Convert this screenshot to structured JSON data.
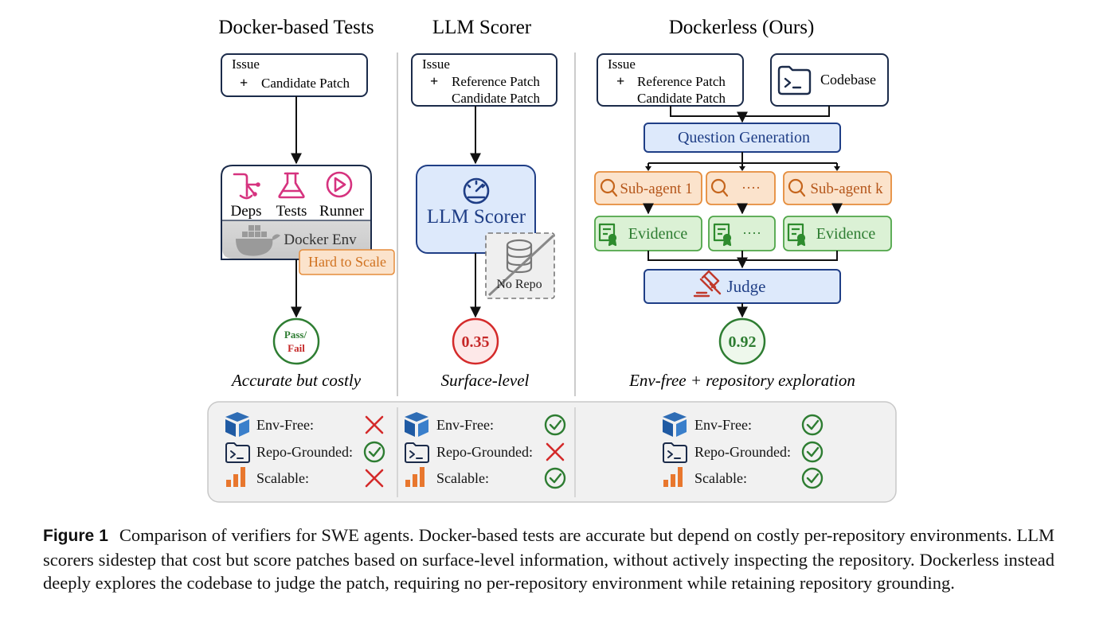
{
  "columns": {
    "docker": {
      "title": "Docker-based Tests",
      "input_lines": [
        "Issue",
        "+",
        "Candidate Patch"
      ],
      "components": [
        "Deps",
        "Tests",
        "Runner"
      ],
      "env_label": "Docker Env",
      "warning": "Hard to Scale",
      "result_top": "Pass/",
      "result_bottom": "Fail",
      "tagline": "Accurate but costly"
    },
    "llm": {
      "title": "LLM Scorer",
      "input_lines": [
        "Issue",
        "+",
        "Reference Patch",
        "Candidate Patch"
      ],
      "scorer_label": "LLM Scorer",
      "no_repo_label": "No Repo",
      "score": "0.35",
      "tagline": "Surface-level"
    },
    "dockerless": {
      "title": "Dockerless (Ours)",
      "input_lines": [
        "Issue",
        "+",
        "Reference Patch",
        "Candidate Patch"
      ],
      "codebase_label": "Codebase",
      "question_generation": "Question Generation",
      "subagents": [
        "Sub-agent 1",
        "····",
        "Sub-agent k"
      ],
      "evidence": [
        "Evidence",
        "····",
        "Evidence"
      ],
      "judge": "Judge",
      "score": "0.92",
      "tagline": "Env-free + repository exploration"
    }
  },
  "comparison": {
    "rows": [
      "Env-Free:",
      "Repo-Grounded:",
      "Scalable:"
    ],
    "docker": [
      "cross",
      "check",
      "cross"
    ],
    "llm": [
      "check",
      "cross",
      "check"
    ],
    "dockerless": [
      "check",
      "check",
      "check"
    ]
  },
  "colors": {
    "blue_fill": "#dde9fb",
    "blue_stroke": "#1f3e86",
    "orange_fill": "#fbe3cc",
    "orange_stroke": "#e58c3b",
    "green_fill": "#dbf1d5",
    "green_stroke": "#4fa548",
    "red": "#d42a2a",
    "green_dark": "#2e7d32",
    "pink_icon": "#d6337f"
  },
  "caption": {
    "label": "Figure 1",
    "text": "Comparison of verifiers for SWE agents. Docker-based tests are accurate but depend on costly per-repository environments. LLM scorers sidestep that cost but score patches based on surface-level information, without actively inspecting the repository. Dockerless instead deeply explores the codebase to judge the patch, requiring no per-repository environment while retaining repository grounding."
  }
}
